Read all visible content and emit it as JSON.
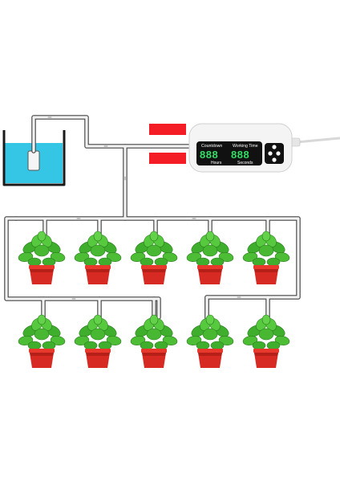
{
  "controller": {
    "label_countdown": "Countdown",
    "label_working_time": "Working Time",
    "label_hours": "Hours",
    "label_seconds": "Seconds",
    "digits_left": "888",
    "digits_right": "888",
    "display_color": "#33dd66",
    "body_color": "#f4f4f4",
    "screen_color": "#111111"
  },
  "water_color": "#35c6e6",
  "pipe_color": "#f2f2f2",
  "pipe_outline": "#444444",
  "plant": {
    "pot_color": "#d62a22",
    "leaf_color": "#3fae2c"
  }
}
